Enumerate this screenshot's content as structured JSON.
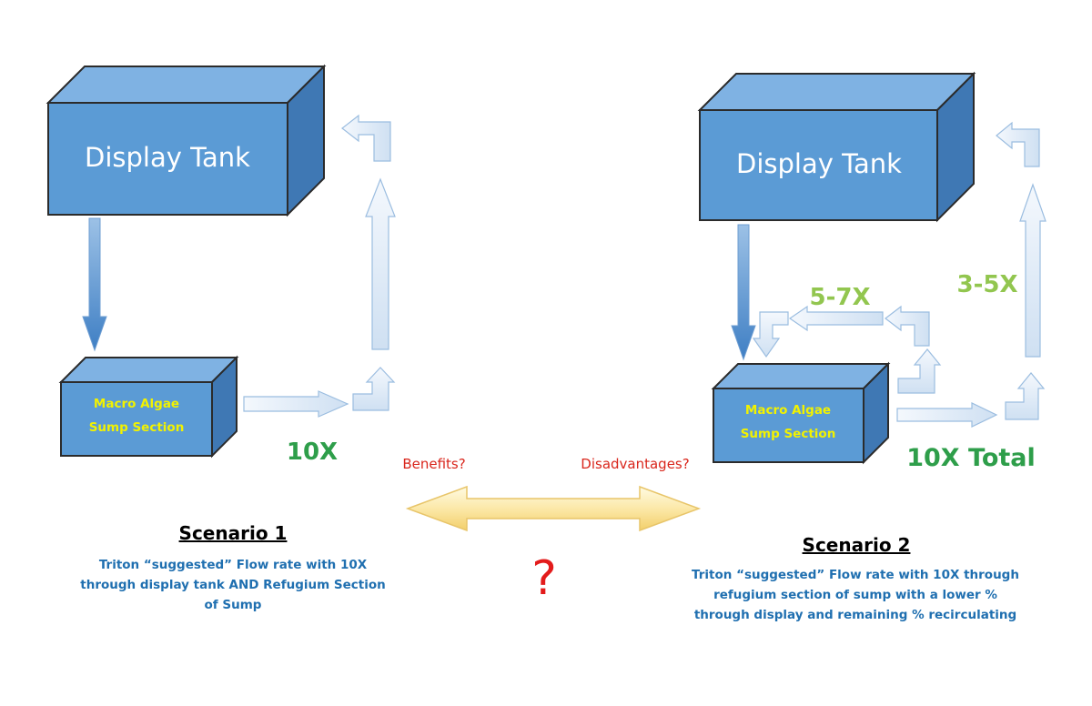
{
  "scenario1": {
    "tank_label": "Display Tank",
    "sump_line1": "Macro Algae",
    "sump_line2": "Sump Section",
    "flow_label": "10X",
    "title": "Scenario 1",
    "caption_line1": "Triton “suggested” Flow rate with 10X",
    "caption_line2": "through display tank AND Refugium Section",
    "caption_line3": "of Sump"
  },
  "scenario2": {
    "tank_label": "Display Tank",
    "sump_line1": "Macro Algae",
    "sump_line2": "Sump Section",
    "recirc_label": "5-7X",
    "display_flow_label": "3-5X",
    "total_label": "10X Total",
    "title": "Scenario 2",
    "caption_line1": "Triton “suggested” Flow rate with 10X through",
    "caption_line2": "refugium section of sump with a lower %",
    "caption_line3": "through display and remaining % recirculating"
  },
  "middle": {
    "benefits": "Benefits?",
    "disadvantages": "Disadvantages?",
    "question": "?"
  },
  "colors": {
    "box_front": "#5b9bd5",
    "box_top": "#7fb2e3",
    "box_side": "#3f78b4",
    "flow_green": "#2e9e4a",
    "flow_lightgreen": "#92c64f",
    "sump_text": "#f2f200",
    "caption_blue": "#1f6fb0",
    "question_red": "#e31b1b"
  }
}
